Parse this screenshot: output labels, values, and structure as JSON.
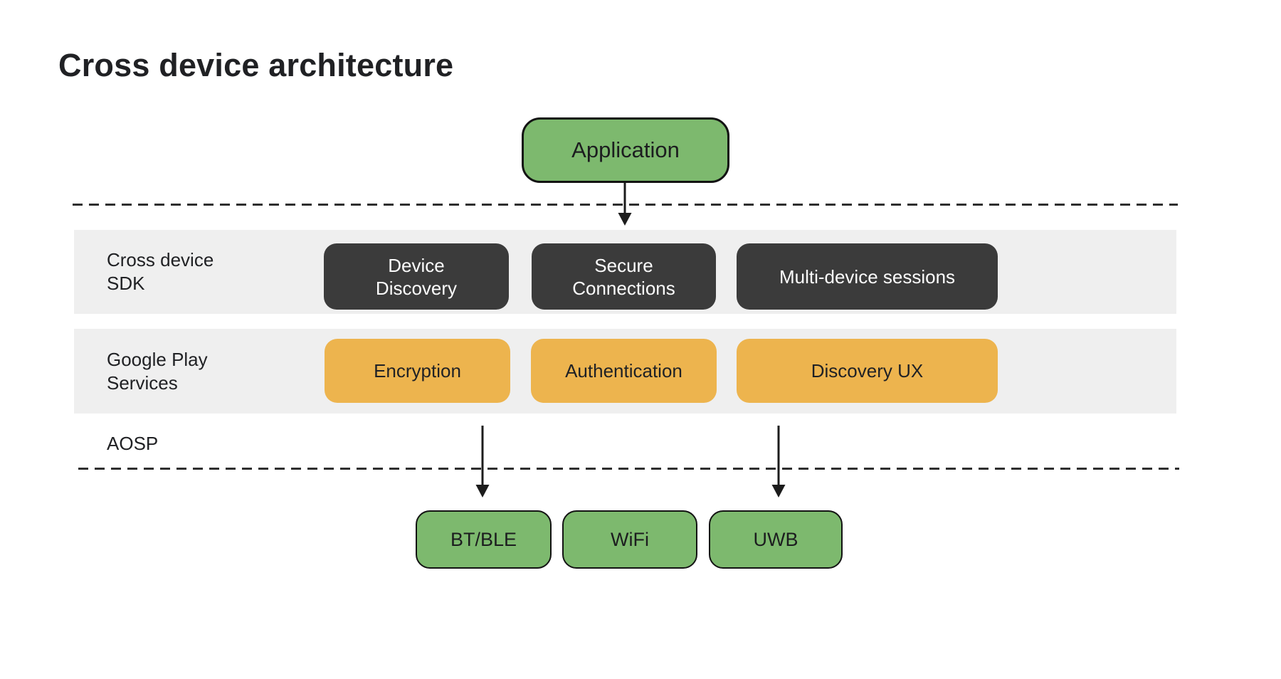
{
  "title": "Cross device architecture",
  "application": {
    "label": "Application"
  },
  "sdk_band": {
    "label": "Cross device\nSDK",
    "boxes": [
      {
        "label": "Device\nDiscovery"
      },
      {
        "label": "Secure\nConnections"
      },
      {
        "label": "Multi-device sessions"
      }
    ]
  },
  "gps_band": {
    "label": "Google Play\nServices",
    "boxes": [
      {
        "label": "Encryption"
      },
      {
        "label": "Authentication"
      },
      {
        "label": "Discovery UX"
      }
    ]
  },
  "aosp": {
    "label": "AOSP"
  },
  "radios": [
    {
      "label": "BT/BLE"
    },
    {
      "label": "WiFi"
    },
    {
      "label": "UWB"
    }
  ],
  "colors": {
    "bg": "#ffffff",
    "green": "#7db96e",
    "amber": "#edb44e",
    "charcoal": "#3b3b3b",
    "band": "#efefef",
    "ink": "#202124",
    "line": "#2e2e2e",
    "stroke": "#131313"
  }
}
